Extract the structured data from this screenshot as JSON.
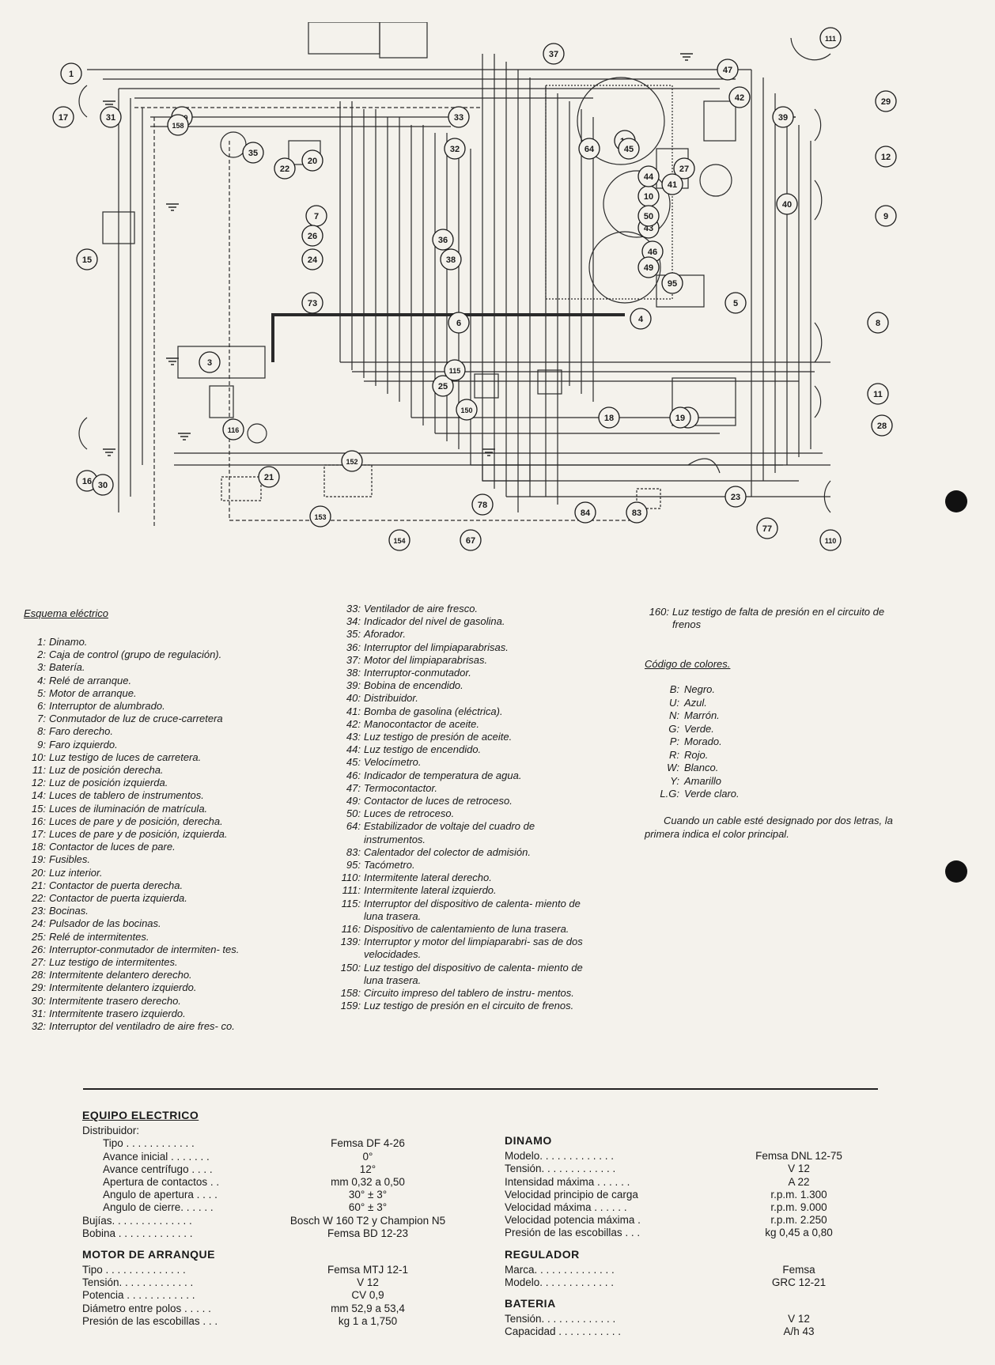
{
  "diagram": {
    "labels": [
      "1",
      "2",
      "3",
      "4",
      "5",
      "6",
      "7",
      "8",
      "9",
      "10",
      "11",
      "12",
      "14",
      "15",
      "16",
      "17",
      "18",
      "19",
      "20",
      "21",
      "22",
      "23",
      "24",
      "25",
      "26",
      "27",
      "28",
      "29",
      "30",
      "31",
      "32",
      "33",
      "35",
      "36",
      "37",
      "38",
      "39",
      "40",
      "41",
      "42",
      "43",
      "44",
      "45",
      "46",
      "47",
      "49",
      "50",
      "64",
      "67",
      "73",
      "77",
      "78",
      "83",
      "84",
      "95",
      "110",
      "111",
      "115",
      "116",
      "139",
      "150",
      "152",
      "153",
      "154",
      "158"
    ]
  },
  "legend": {
    "title": "Esquema eléctrico",
    "col1": [
      {
        "n": "1:",
        "t": "Dinamo."
      },
      {
        "n": "2:",
        "t": "Caja de control (grupo de regulación)."
      },
      {
        "n": "3:",
        "t": "Batería."
      },
      {
        "n": "4:",
        "t": "Relé de arranque."
      },
      {
        "n": "5:",
        "t": "Motor de arranque."
      },
      {
        "n": "6:",
        "t": "Interruptor de alumbrado."
      },
      {
        "n": "7:",
        "t": "Conmutador de luz de cruce-carretera"
      },
      {
        "n": "8:",
        "t": "Faro derecho."
      },
      {
        "n": "9:",
        "t": "Faro izquierdo."
      },
      {
        "n": "10:",
        "t": "Luz testigo de luces de carretera."
      },
      {
        "n": "11:",
        "t": "Luz de posición derecha."
      },
      {
        "n": "12:",
        "t": "Luz de posición izquierda."
      },
      {
        "n": "14:",
        "t": "Luces de tablero de instrumentos."
      },
      {
        "n": "15:",
        "t": "Luces de iluminación de matrícula."
      },
      {
        "n": "16:",
        "t": "Luces de pare y de posición, derecha."
      },
      {
        "n": "17:",
        "t": "Luces de pare y de posición, izquierda."
      },
      {
        "n": "18:",
        "t": "Contactor de luces de pare."
      },
      {
        "n": "19:",
        "t": "Fusibles."
      },
      {
        "n": "20:",
        "t": "Luz interior."
      },
      {
        "n": "21:",
        "t": "Contactor de puerta derecha."
      },
      {
        "n": "22:",
        "t": "Contactor de puerta izquierda."
      },
      {
        "n": "23:",
        "t": "Bocinas."
      },
      {
        "n": "24:",
        "t": "Pulsador de las bocinas."
      },
      {
        "n": "25:",
        "t": "Relé de intermitentes."
      },
      {
        "n": "26:",
        "t": "Interruptor-conmutador de intermiten- tes."
      },
      {
        "n": "27:",
        "t": "Luz testigo de intermitentes."
      },
      {
        "n": "28:",
        "t": "Intermitente delantero derecho."
      },
      {
        "n": "29:",
        "t": "Intermitente delantero izquierdo."
      },
      {
        "n": "30:",
        "t": "Intermitente trasero derecho."
      },
      {
        "n": "31:",
        "t": "Intermitente trasero izquierdo."
      },
      {
        "n": "32:",
        "t": "Interruptor del ventiladro de aire fres- co."
      }
    ],
    "col2": [
      {
        "n": "33:",
        "t": "Ventilador de aire fresco."
      },
      {
        "n": "34:",
        "t": "Indicador del nivel de gasolina."
      },
      {
        "n": "35:",
        "t": "Aforador."
      },
      {
        "n": "36:",
        "t": "Interruptor del limpiaparabrisas."
      },
      {
        "n": "37:",
        "t": "Motor del limpiaparabrisas."
      },
      {
        "n": "38:",
        "t": "Interruptor-conmutador."
      },
      {
        "n": "39:",
        "t": "Bobina de encendido."
      },
      {
        "n": "40:",
        "t": "Distribuidor."
      },
      {
        "n": "41:",
        "t": "Bomba de gasolina (eléctrica)."
      },
      {
        "n": "42:",
        "t": "Manocontactor de aceite."
      },
      {
        "n": "43:",
        "t": "Luz testigo de presión de aceite."
      },
      {
        "n": "44:",
        "t": "Luz testigo de encendido."
      },
      {
        "n": "45:",
        "t": "Velocímetro."
      },
      {
        "n": "46:",
        "t": "Indicador de temperatura de agua."
      },
      {
        "n": "47:",
        "t": "Termocontactor."
      },
      {
        "n": "49:",
        "t": "Contactor de luces de retroceso."
      },
      {
        "n": "50:",
        "t": "Luces de retroceso."
      },
      {
        "n": "64:",
        "t": "Estabilizador de voltaje del cuadro de instrumentos."
      },
      {
        "n": "83:",
        "t": "Calentador del colector de admisión."
      },
      {
        "n": "95:",
        "t": "Tacómetro."
      },
      {
        "n": "110:",
        "t": "Intermitente lateral derecho."
      },
      {
        "n": "111:",
        "t": "Intermitente lateral izquierdo."
      },
      {
        "n": "115:",
        "t": "Interruptor del dispositivo de calenta- miento de luna trasera."
      },
      {
        "n": "116:",
        "t": "Dispositivo de calentamiento de luna trasera."
      },
      {
        "n": "139:",
        "t": "Interruptor y motor del limpiaparabri- sas de dos velocidades."
      },
      {
        "n": "150:",
        "t": "Luz testigo del dispositivo de calenta- miento de luna trasera."
      },
      {
        "n": "158:",
        "t": "Circuito impreso del tablero de instru- mentos."
      },
      {
        "n": "159:",
        "t": "Luz testigo de presión en el circuito de frenos."
      }
    ],
    "col3": [
      {
        "n": "160:",
        "t": "Luz testigo de falta de presión en el circuito de frenos"
      }
    ]
  },
  "colors": {
    "title": "Código de colores.",
    "items": [
      {
        "c": "B:",
        "n": "Negro."
      },
      {
        "c": "U:",
        "n": "Azul."
      },
      {
        "c": "N:",
        "n": "Marrón."
      },
      {
        "c": "G:",
        "n": "Verde."
      },
      {
        "c": "P:",
        "n": "Morado."
      },
      {
        "c": "R:",
        "n": "Rojo."
      },
      {
        "c": "W:",
        "n": "Blanco."
      },
      {
        "c": "Y:",
        "n": "Amarillo"
      },
      {
        "c": "L.G:",
        "n": "Verde claro."
      }
    ],
    "note": "Cuando un cable esté designado por dos letras, la primera indica el color principal."
  },
  "equipo": {
    "title": "EQUIPO ELECTRICO",
    "distribuidor": "Distribuidor:",
    "rows": [
      {
        "l": "Tipo . . . . . . . . . . . .",
        "v": "Femsa DF 4-26",
        "indent": true
      },
      {
        "l": "Avance inicial . . . . . . .",
        "v": "0°",
        "indent": true
      },
      {
        "l": "Avance centrífugo . . . .",
        "v": "12°",
        "indent": true
      },
      {
        "l": "Apertura de contactos . .",
        "v": "mm 0,32 a 0,50",
        "indent": true
      },
      {
        "l": "Angulo de apertura . . . .",
        "v": "30° ± 3°",
        "indent": true
      },
      {
        "l": "Angulo de cierre. . . . . .",
        "v": "60° ± 3°",
        "indent": true
      },
      {
        "l": "Bujías. . . . . . . . . . . . . .",
        "v": "Bosch W 160 T2 y Champion N5",
        "indent": false
      },
      {
        "l": "Bobina . . . . . . . . . . . . .",
        "v": "Femsa BD 12-23",
        "indent": false
      }
    ]
  },
  "motor": {
    "title": "MOTOR DE ARRANQUE",
    "rows": [
      {
        "l": "Tipo . . . . . . . . . . . . . .",
        "v": "Femsa MTJ 12-1"
      },
      {
        "l": "Tensión. . . . . . . . . . . . .",
        "v": "V 12"
      },
      {
        "l": "Potencia . . . . . . . . . . . .",
        "v": "CV 0,9"
      },
      {
        "l": "Diámetro entre polos . . . . .",
        "v": "mm 52,9 a 53,4"
      },
      {
        "l": "Presión de las escobillas . . .",
        "v": "kg 1 a 1,750"
      }
    ]
  },
  "dinamo": {
    "title": "DINAMO",
    "rows": [
      {
        "l": "Modelo. . . . . . . . . . . . .",
        "v": "Femsa DNL 12-75"
      },
      {
        "l": "Tensión. . . . . . . . . . . . .",
        "v": "V 12"
      },
      {
        "l": "Intensidad máxima . . . . . .",
        "v": "A 22"
      },
      {
        "l": "Velocidad principio de carga",
        "v": "r.p.m. 1.300"
      },
      {
        "l": "Velocidad máxima . . . . . .",
        "v": "r.p.m. 9.000"
      },
      {
        "l": "Velocidad potencia máxima .",
        "v": "r.p.m. 2.250"
      },
      {
        "l": "Presión de las escobillas . . .",
        "v": "kg 0,45 a 0,80"
      }
    ]
  },
  "regulador": {
    "title": "REGULADOR",
    "rows": [
      {
        "l": "Marca. . . . . . . . . . . . . .",
        "v": "Femsa"
      },
      {
        "l": "Modelo. . . . . . . . . . . . .",
        "v": "GRC 12-21"
      }
    ]
  },
  "bateria": {
    "title": "BATERIA",
    "rows": [
      {
        "l": "Tensión. . . . . . . . . . . . .",
        "v": "V 12"
      },
      {
        "l": "Capacidad . . . . . . . . . . .",
        "v": "A/h 43"
      }
    ]
  }
}
